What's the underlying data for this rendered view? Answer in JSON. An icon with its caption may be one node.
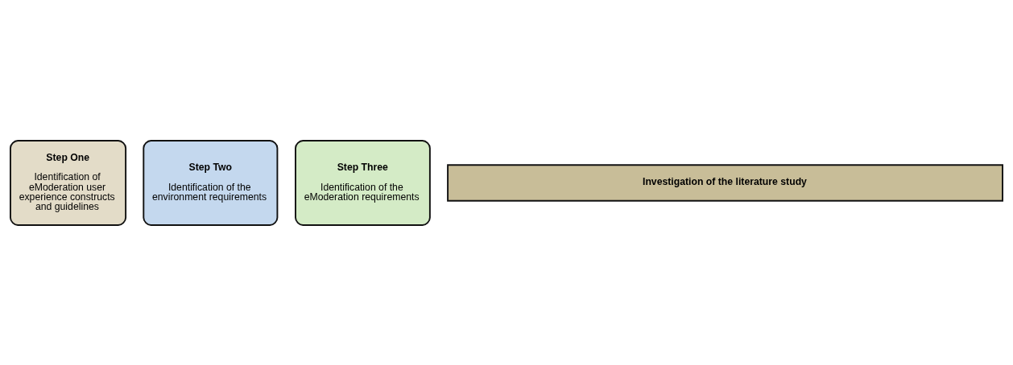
{
  "diagram": {
    "nodes": [
      {
        "text": [
          "Step One",
          "Identification of eModeration user experience constructs and guidelines"
        ]
      },
      {
        "text": [
          "Step Two",
          "Identification of the environment requirements"
        ]
      },
      {
        "text": [
          "Step Three",
          "Identification of the eModeration requirements"
        ]
      },
      {
        "text": [
          "Investigation of the literature study"
        ]
      }
    ]
  }
}
